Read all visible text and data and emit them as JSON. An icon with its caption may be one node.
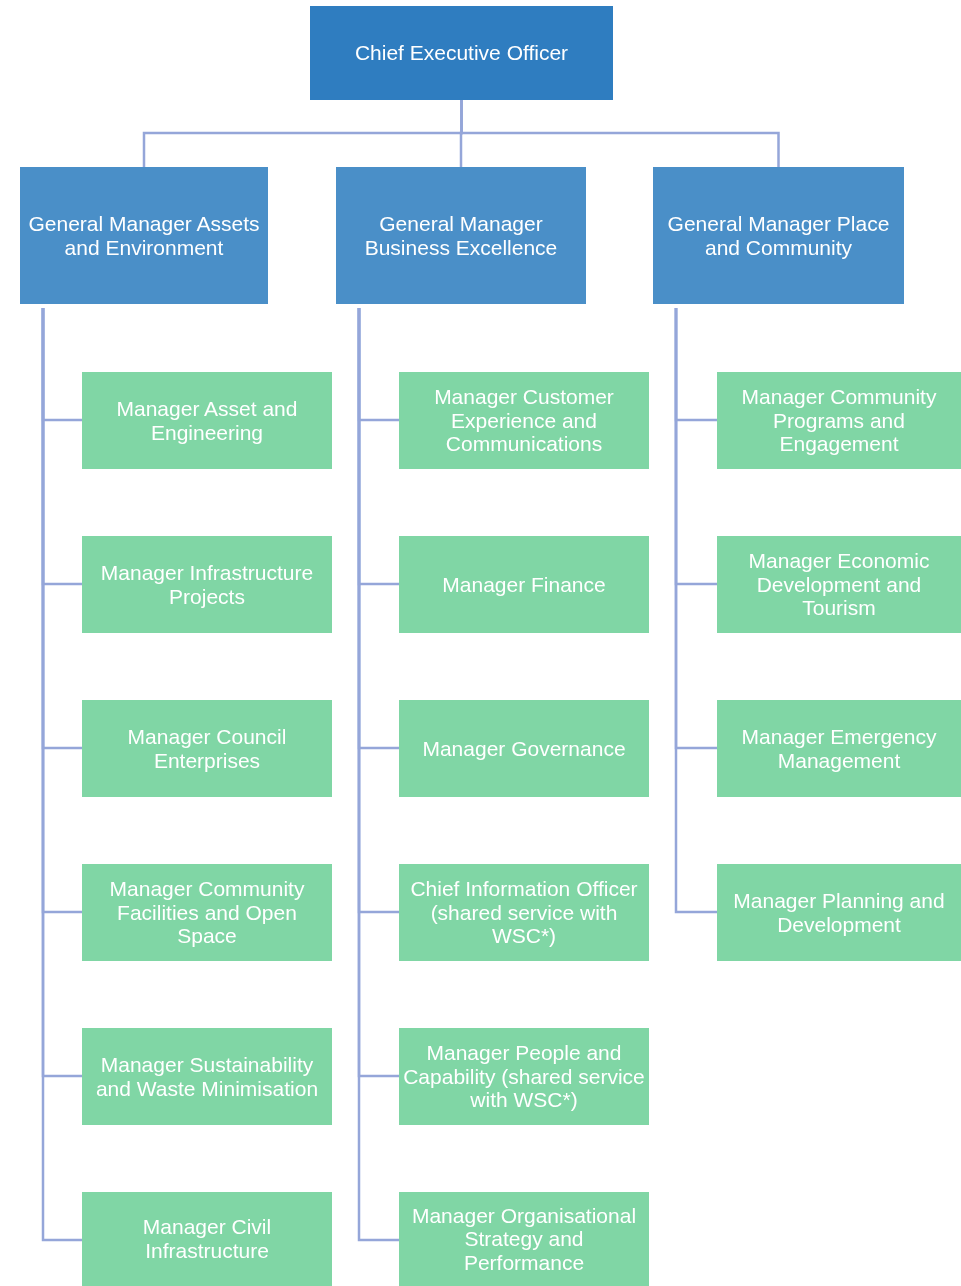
{
  "diagram": {
    "nodes": [
      {
        "text": [
          "Chief Executive Officer"
        ]
      },
      {
        "text": [
          "General Manager Assets and Environment"
        ]
      },
      {
        "text": [
          "General Manager Business Excellence"
        ]
      },
      {
        "text": [
          "General Manager Place and Community"
        ]
      },
      {
        "text": [
          "Manager Asset and Engineering"
        ]
      },
      {
        "text": [
          "Manager Infrastructure Projects"
        ]
      },
      {
        "text": [
          "Manager Council Enterprises"
        ]
      },
      {
        "text": [
          "Manager Community Facilities and Open Space"
        ]
      },
      {
        "text": [
          "Manager Sustainability and Waste Minimisation"
        ]
      },
      {
        "text": [
          "Manager Civil Infrastructure"
        ]
      },
      {
        "text": [
          "Manager Customer Experience and Communications"
        ]
      },
      {
        "text": [
          "Manager Finance"
        ]
      },
      {
        "text": [
          "Manager Governance"
        ]
      },
      {
        "text": [
          "Chief Information Officer (shared service with WSC*)"
        ]
      },
      {
        "text": [
          "Manager People and Capability (shared service with WSC*)"
        ]
      },
      {
        "text": [
          "Manager Organisational Strategy and Performance"
        ]
      },
      {
        "text": [
          "Manager Community Programs and Engagement"
        ]
      },
      {
        "text": [
          "Manager Economic Development and Tourism"
        ]
      },
      {
        "text": [
          "Manager Emergency Management"
        ]
      },
      {
        "text": [
          "Manager Planning and Development"
        ]
      }
    ],
    "edges": [
      {
        "from": 0,
        "to": 1,
        "arrow": "none"
      },
      {
        "from": 0,
        "to": 2,
        "arrow": "none"
      },
      {
        "from": 0,
        "to": 3,
        "arrow": "none"
      },
      {
        "from": 1,
        "to": 4,
        "arrow": "none"
      },
      {
        "from": 1,
        "to": 5,
        "arrow": "none"
      },
      {
        "from": 1,
        "to": 6,
        "arrow": "none"
      },
      {
        "from": 1,
        "to": 7,
        "arrow": "none"
      },
      {
        "from": 1,
        "to": 8,
        "arrow": "none"
      },
      {
        "from": 1,
        "to": 9,
        "arrow": "none"
      },
      {
        "from": 2,
        "to": 10,
        "arrow": "none"
      },
      {
        "from": 2,
        "to": 11,
        "arrow": "none"
      },
      {
        "from": 2,
        "to": 12,
        "arrow": "none"
      },
      {
        "from": 2,
        "to": 13,
        "arrow": "none"
      },
      {
        "from": 2,
        "to": 14,
        "arrow": "none"
      },
      {
        "from": 2,
        "to": 15,
        "arrow": "none"
      },
      {
        "from": 3,
        "to": 16,
        "arrow": "none"
      },
      {
        "from": 3,
        "to": 17,
        "arrow": "none"
      },
      {
        "from": 3,
        "to": 18,
        "arrow": "none"
      },
      {
        "from": 3,
        "to": 19,
        "arrow": "none"
      }
    ]
  }
}
